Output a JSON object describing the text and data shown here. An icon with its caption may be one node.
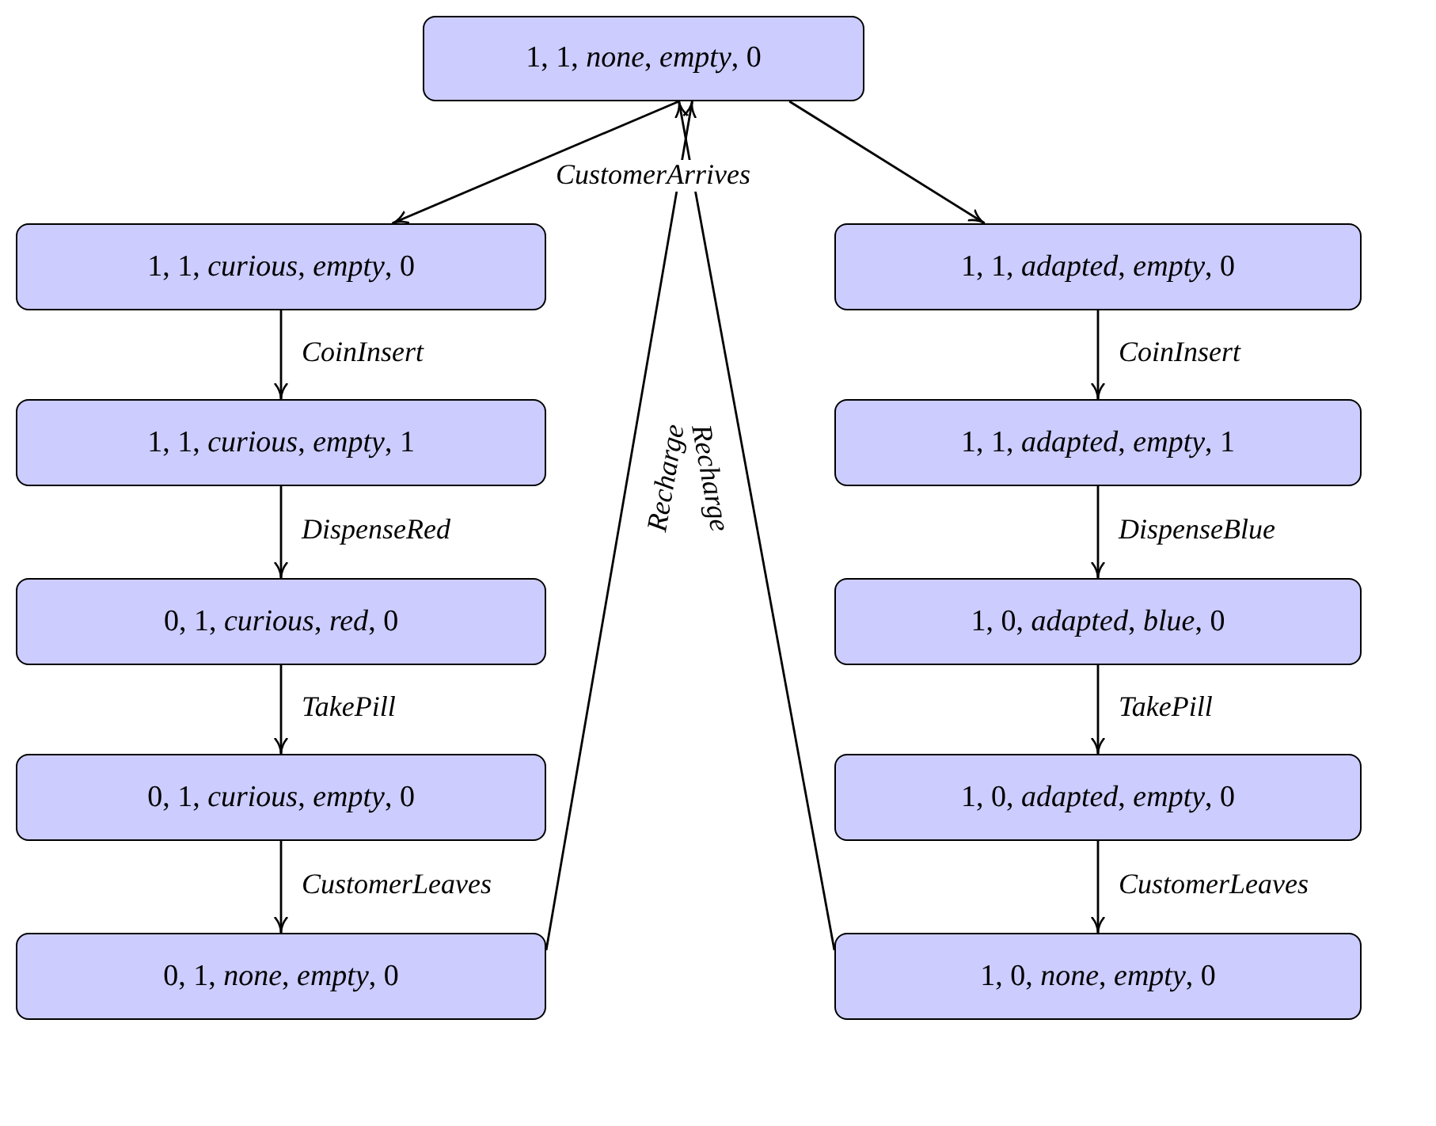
{
  "diagram": {
    "nodes": [
      {
        "text": [
          "1, 1, *none*, *empty*, 0"
        ]
      },
      {
        "text": [
          "1, 1, *curious*, *empty*, 0"
        ]
      },
      {
        "text": [
          "1, 1, *adapted*, *empty*, 0"
        ]
      },
      {
        "text": [
          "1, 1, *curious*, *empty*, 1"
        ]
      },
      {
        "text": [
          "1, 1, *adapted*, *empty*, 1"
        ]
      },
      {
        "text": [
          "0, 1, *curious*, *red*, 0"
        ]
      },
      {
        "text": [
          "1, 0, *adapted*, *blue*, 0"
        ]
      },
      {
        "text": [
          "0, 1, *curious*, *empty*, 0"
        ]
      },
      {
        "text": [
          "1, 0, *adapted*, *empty*, 0"
        ]
      },
      {
        "text": [
          "0, 1, *none*, *empty*, 0"
        ]
      },
      {
        "text": [
          "1, 0, *none*, *empty*, 0"
        ]
      }
    ],
    "edges": [
      {
        "from": 0,
        "to": 1,
        "arrow": "to"
      },
      {
        "from": 0,
        "to": 2,
        "arrow": "to"
      },
      {
        "from": 1,
        "to": 3,
        "arrow": "to",
        "label": "CoinInsert"
      },
      {
        "from": 2,
        "to": 4,
        "arrow": "to",
        "label": "CoinInsert"
      },
      {
        "from": 3,
        "to": 5,
        "arrow": "to",
        "label": "DispenseRed"
      },
      {
        "from": 4,
        "to": 6,
        "arrow": "to",
        "label": "DispenseBlue"
      },
      {
        "from": 5,
        "to": 7,
        "arrow": "to",
        "label": "TakePill"
      },
      {
        "from": 6,
        "to": 8,
        "arrow": "to",
        "label": "TakePill"
      },
      {
        "from": 7,
        "to": 9,
        "arrow": "to",
        "label": "CustomerLeaves"
      },
      {
        "from": 8,
        "to": 10,
        "arrow": "to",
        "label": "CustomerLeaves"
      },
      {
        "from": 9,
        "to": 0,
        "arrow": "to",
        "label": "Recharge"
      },
      {
        "from": 10,
        "to": 0,
        "arrow": "to",
        "label": "Recharge"
      }
    ],
    "labels": [
      "CustomerArrives"
    ]
  }
}
